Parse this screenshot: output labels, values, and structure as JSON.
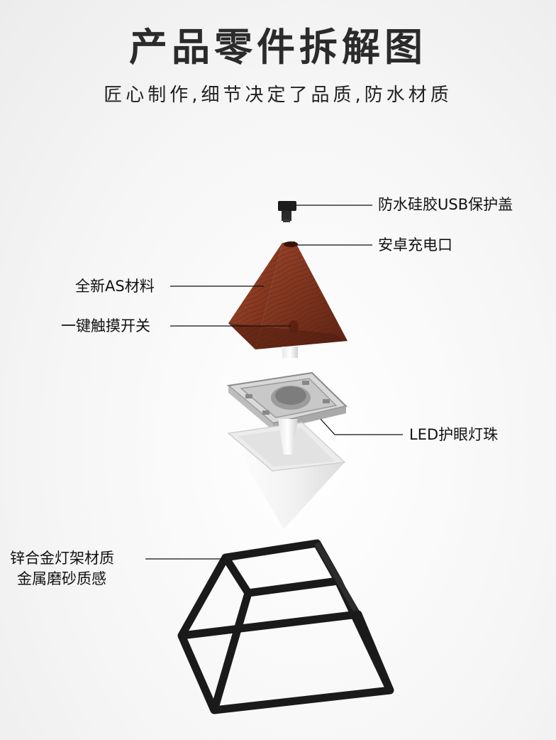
{
  "header": {
    "title": "产品零件拆解图",
    "subtitle": "匠心制作,细节决定了品质,防水材质"
  },
  "callouts": {
    "usb_cover": "防水硅胶USB保护盖",
    "charging_port": "安卓充电口",
    "as_material": "全新AS材料",
    "touch_switch": "一键触摸开关",
    "led_beads": "LED护眼灯珠",
    "frame_line1": "锌合金灯架材质",
    "frame_line2": "金属磨砂质感"
  },
  "colors": {
    "wood": "#8a3a22",
    "frame": "#1a1a1a",
    "shade": "#f4f4f4"
  }
}
